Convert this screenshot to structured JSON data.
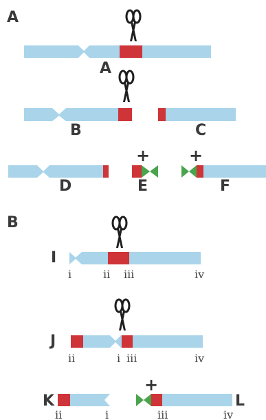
{
  "colors": {
    "chromosome": "#a9d4ea",
    "cut_site": "#cf3438",
    "telomere_cap": "#4aa44c",
    "scissors": "#1f1f1f",
    "text": "#3a3a3a"
  },
  "icons": [
    "scissors-icon",
    "telomere-cap-icon",
    "plus-icon"
  ],
  "panel_a": {
    "section_label": "A",
    "row1_label": "A",
    "row2_labels": [
      "B",
      "C"
    ],
    "row3_labels": [
      "D",
      "E",
      "F"
    ],
    "plus": "+"
  },
  "panel_b": {
    "section_label": "B",
    "row1": {
      "label": "I",
      "marks": [
        "i",
        "ii",
        "iii",
        "iv"
      ]
    },
    "row2": {
      "label": "J",
      "marks": [
        "ii",
        "i",
        "iii",
        "iv"
      ]
    },
    "row3": {
      "left_label": "K",
      "right_label": "L",
      "marks": [
        "ii",
        "i",
        "iii",
        "iv"
      ]
    },
    "plus": "+"
  }
}
